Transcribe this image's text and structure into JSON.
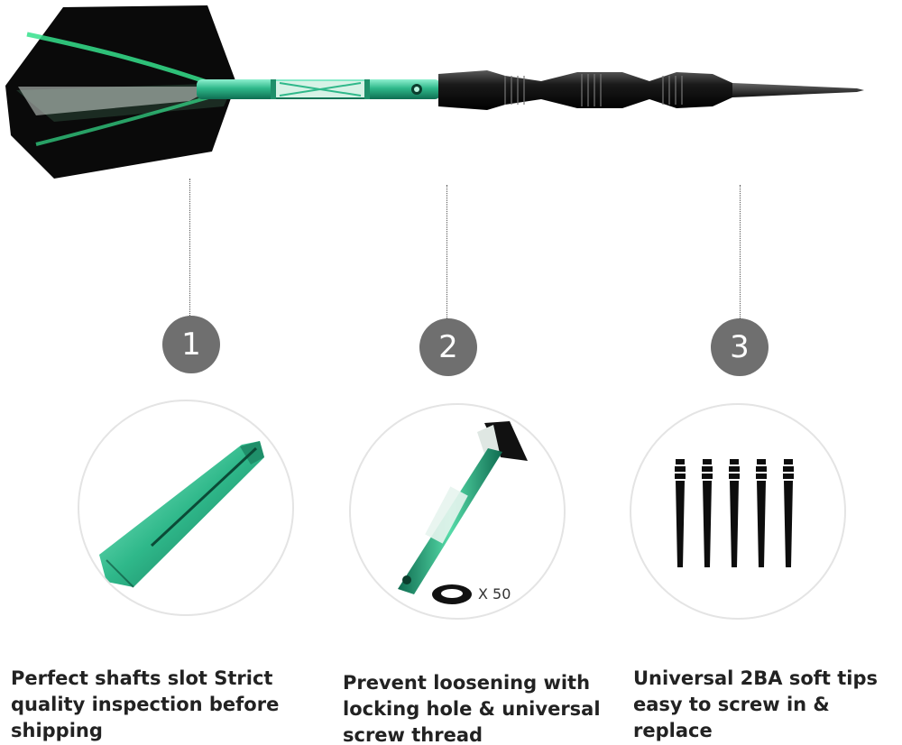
{
  "features": [
    {
      "number": "1",
      "icon": "shaft-slot-closeup",
      "caption": "Perfect shafts slot  Strict\nquality inspection before\nshipping"
    },
    {
      "number": "2",
      "icon": "locking-shaft-with-o-rings",
      "quantity_label": "X 50",
      "caption": "Prevent loosening with\nlocking hole & universal\nscrew thread"
    },
    {
      "number": "3",
      "icon": "soft-tips",
      "caption": "Universal 2BA soft tips\neasy to screw in & replace"
    }
  ],
  "colors": {
    "badge": "#6f6f6f",
    "shaft_green": "#2fb88a",
    "barrel_black": "#111111",
    "circle_border": "#e4e4e4"
  }
}
